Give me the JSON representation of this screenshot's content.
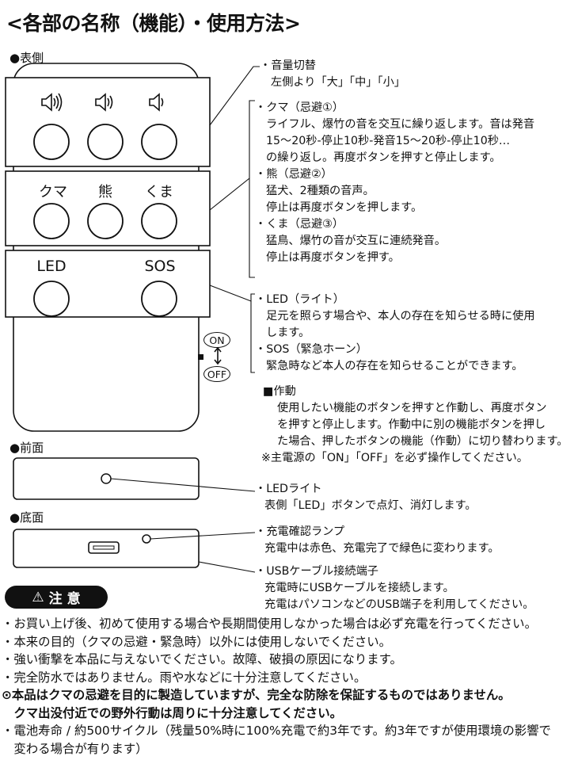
{
  "title": "<各部の名称（機能）・使用方法>",
  "sections": {
    "front_side": "●表側",
    "front": "●前面",
    "bottom": "●底面"
  },
  "buttons": {
    "volume_icons": [
      "speaker-loud-icon",
      "speaker-medium-icon",
      "speaker-low-icon"
    ],
    "row2": [
      "クマ",
      "熊",
      "くま"
    ],
    "row3": [
      "LED",
      "SOS"
    ],
    "switch_on": "ON",
    "switch_off": "OFF"
  },
  "descriptions": {
    "volume": [
      "・音量切替",
      "左側より「大」「中」「小」"
    ],
    "avoid": [
      "・クマ（忌避①）",
      "ライフル、爆竹の音を交互に繰り返します。音は発音",
      "15〜20秒-停止10秒-発音15〜20秒-停止10秒…",
      "の繰り返し。再度ボタンを押すと停止します。",
      "・熊（忌避②）",
      "猛犬、2種類の音声。",
      "停止は再度ボタンを押します。",
      "・くま（忌避③）",
      "猛鳥、爆竹の音が交互に連続発音。",
      "停止は再度ボタンを押す。"
    ],
    "led_sos": [
      "・LED（ライト）",
      "足元を照らす場合や、本人の存在を知らせる時に使用",
      "します。",
      "・SOS（緊急ホーン）",
      "緊急時など本人の存在を知らせることができます。"
    ],
    "operation_title": "■作動",
    "operation": [
      "使用したい機能のボタンを押すと作動し、再度ボタン",
      "を押すと停止します。作動中に別の機能ボタンを押し",
      "た場合、押したボタンの機能（作動）に切り替わります。"
    ],
    "operation_note": "※主電源の「ON」「OFF」を必ず操作してください。",
    "led_light": [
      "・LEDライト",
      "表側「LED」ボタンで点灯、消灯します。"
    ],
    "charge_lamp": [
      "・充電確認ランプ",
      "充電中は赤色、充電完了で緑色に変わります。"
    ],
    "usb": [
      "・USBケーブル接続端子",
      "充電時にUSBケーブルを接続します。",
      "充電はパソコンなどのUSB端子を利用してください。"
    ]
  },
  "caution": {
    "icon": "warning-triangle-icon",
    "label": "注 意",
    "symbol": "⚠"
  },
  "notes": [
    "・お買い上げ後、初めて使用する場合や長期間使用しなかった場合は必ず充電を行ってください。",
    "・本来の目的（クマの忌避・緊急時）以外には使用しないでください。",
    "・強い衝撃を本品に与えないでください。故障、破損の原因になります。",
    "・完全防水ではありません。雨や水などに十分注意してください。",
    "⊙本品はクマの忌避を目的に製造していますが、完全な防除を保証するものではありません。",
    "　クマ出没付近での野外行動は周りに十分注意してください。",
    "・電池寿命 / 約500サイクル（残量50%時に100%充電で約3年です。約3年ですが使用環境の影響で",
    "　変わる場合が有ります）"
  ]
}
